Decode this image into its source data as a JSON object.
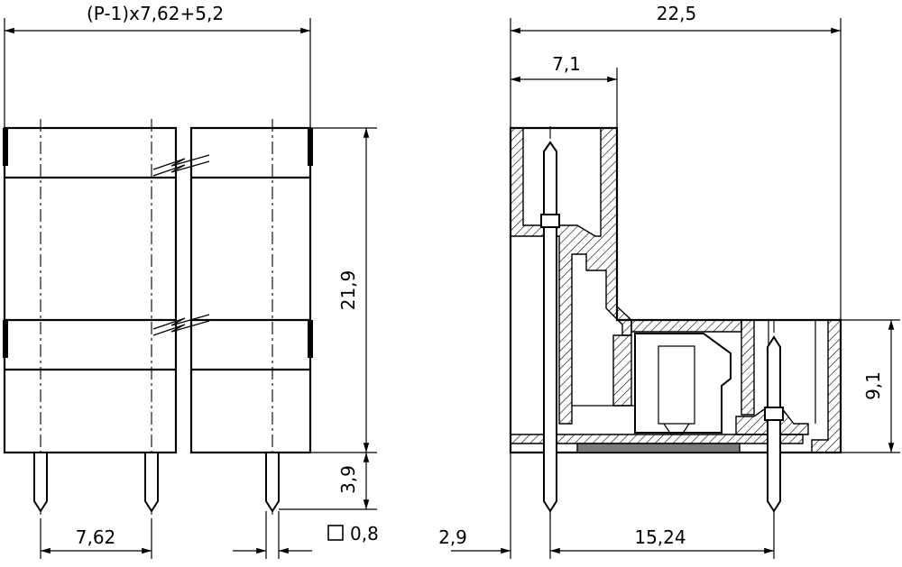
{
  "dimensions": {
    "front_width": "(P-1)x7,62+5,2",
    "front_height": "21,9",
    "pin_length": "3,9",
    "pin_pitch": "7,62",
    "pin_section": "0,8",
    "side_depth": "22,5",
    "side_upper": "7,1",
    "side_height": "9,1",
    "side_offset": "2,9",
    "side_pitch": "15,24"
  }
}
